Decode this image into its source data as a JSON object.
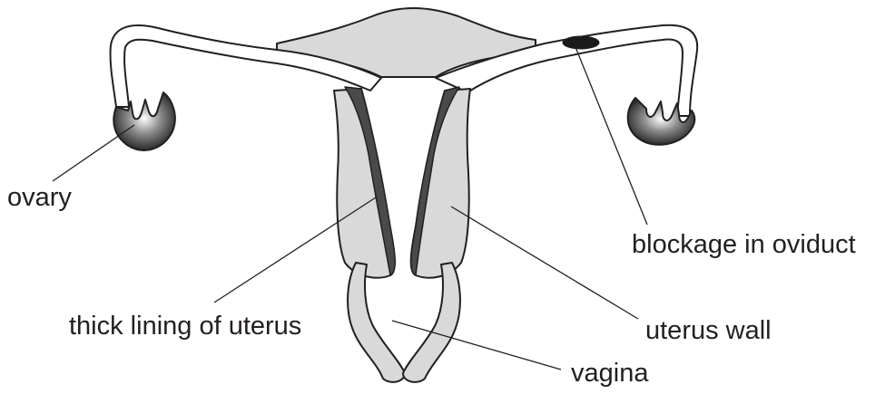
{
  "labels": {
    "ovary": "ovary",
    "blockage": "blockage in oviduct",
    "lining": "thick lining of uterus",
    "uterus_wall": "uterus wall",
    "vagina": "vagina"
  },
  "colors": {
    "outline": "#231f20",
    "tissue_fill": "#d9d9d9",
    "lining_dark": "#4a4a4a",
    "blockage": "#1a1a1a",
    "background": "#ffffff"
  }
}
